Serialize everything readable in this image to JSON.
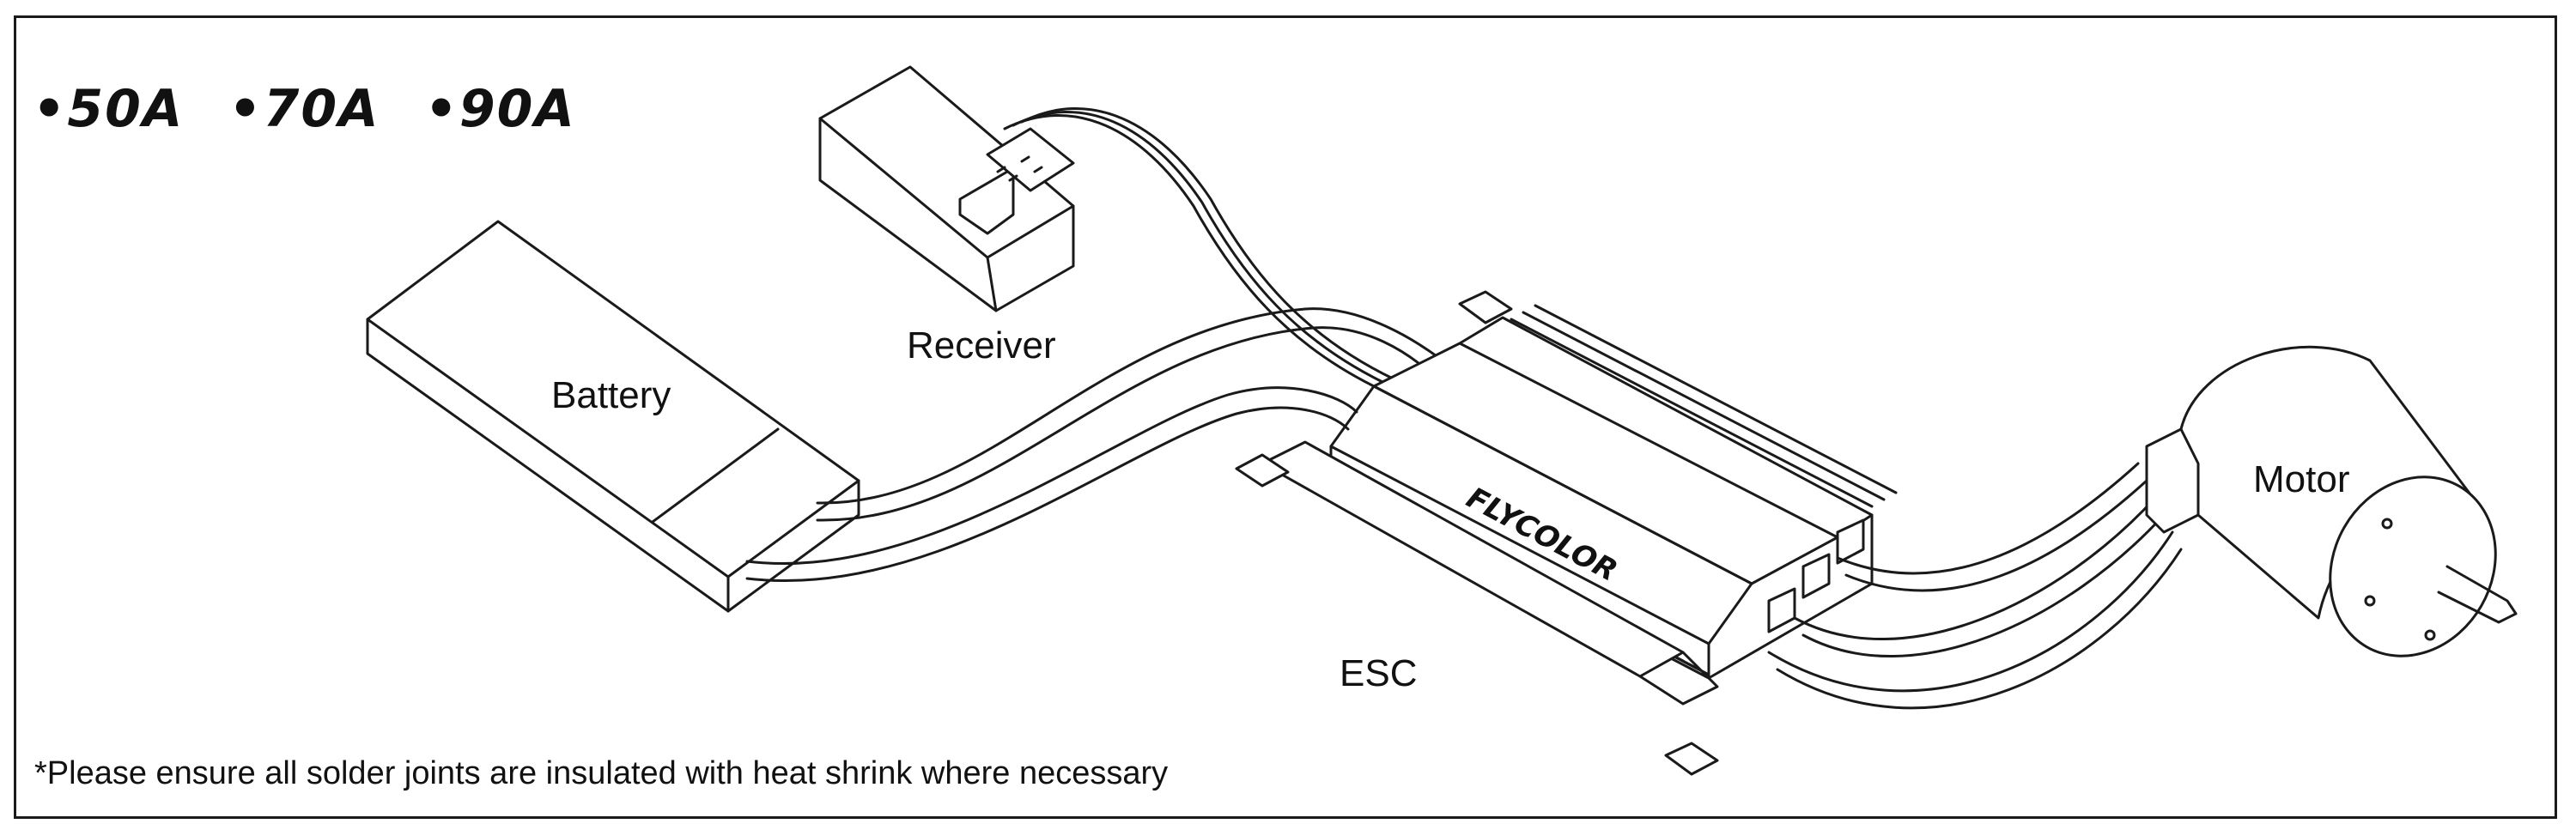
{
  "models": [
    "•50A",
    "•70A",
    "•90A"
  ],
  "labels": {
    "battery": "Battery",
    "receiver": "Receiver",
    "esc": "ESC",
    "motor": "Motor",
    "brand": "FLYCOLOR"
  },
  "note": "*Please ensure all solder joints are insulated with heat shrink where necessary",
  "colors": {
    "line": "#1a1a1a",
    "background": "#ffffff"
  }
}
